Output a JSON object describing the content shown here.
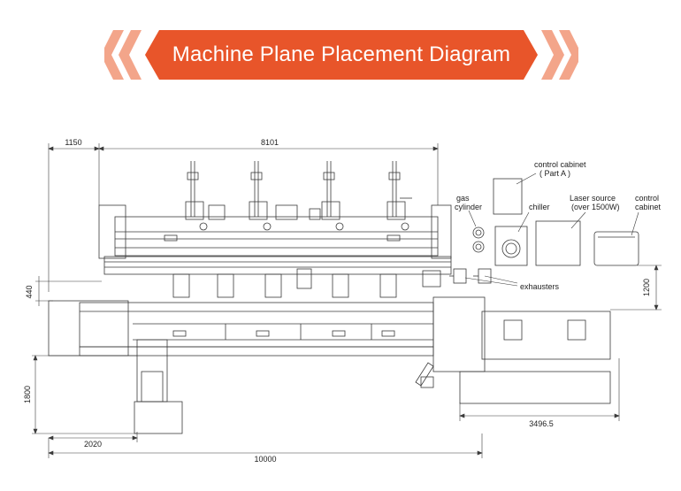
{
  "banner": {
    "title": "Machine Plane Placement Diagram",
    "color": "#e8552a",
    "chevron_color": "#f3a58a"
  },
  "dimensions": {
    "d1150": "1150",
    "d8101": "8101",
    "d440": "440",
    "d1200": "1200",
    "d1800": "1800",
    "d2020": "2020",
    "d3496": "3496.5",
    "d10000": "10000"
  },
  "labels": {
    "control_cabinet_a_line1": "control cabinet",
    "control_cabinet_a_line2": "( Part A )",
    "gas_line1": "gas",
    "gas_line2": "cylinder",
    "chiller": "chiller",
    "laser_line1": "Laser source",
    "laser_line2": "(over 1500W)",
    "control_cabinet_line1": "control",
    "control_cabinet_line2": "cabinet",
    "exhausters": "exhausters"
  },
  "colors": {
    "line": "#3a3a3a",
    "background": "#ffffff"
  }
}
